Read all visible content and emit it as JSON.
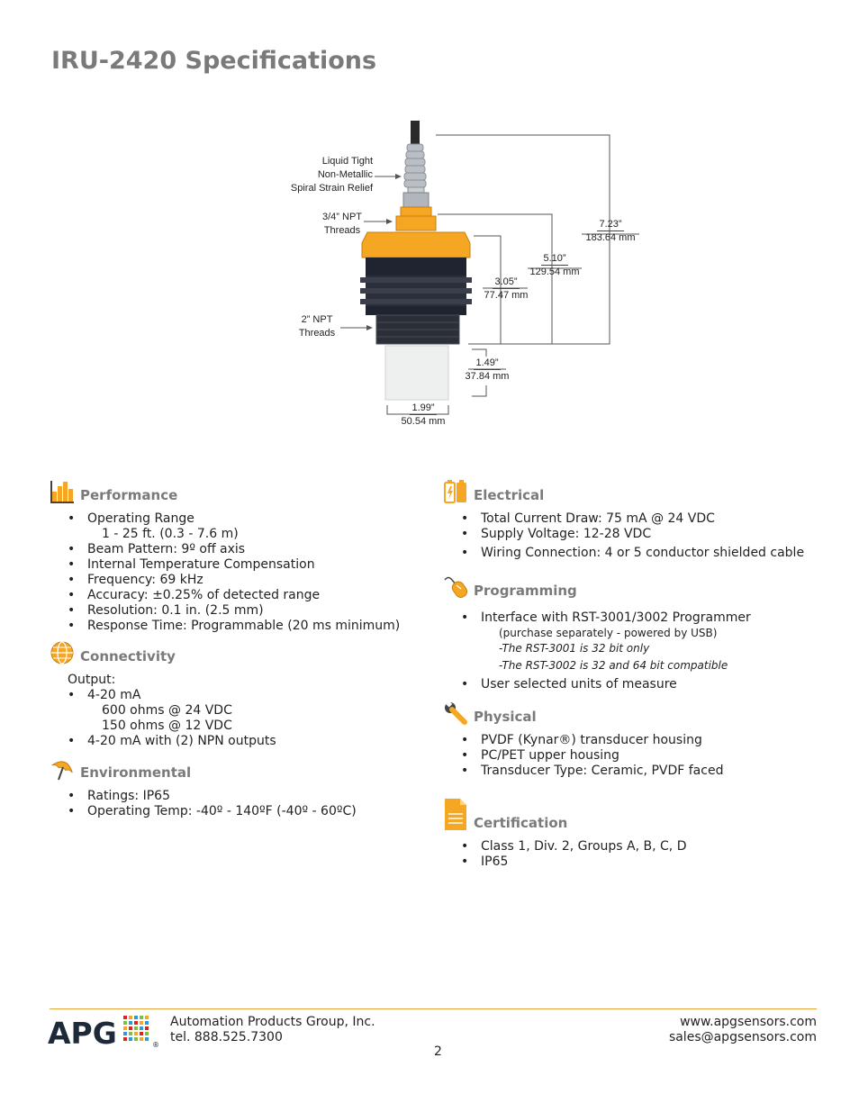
{
  "page": {
    "title": "IRU-2420 Specifications",
    "page_number": "2"
  },
  "diagram": {
    "labels": {
      "strain_relief": [
        "Liquid Tight",
        "Non-Metallic",
        "Spiral Strain Relief"
      ],
      "npt34": [
        "3/4” NPT",
        "Threads"
      ],
      "npt2": [
        "2” NPT",
        "Threads"
      ]
    },
    "dims": {
      "d723": {
        "in": "7.23”",
        "mm": "183.64 mm"
      },
      "d510": {
        "in": "5.10”",
        "mm": "129.54 mm"
      },
      "d305": {
        "in": "3.05”",
        "mm": "77.47 mm"
      },
      "d149": {
        "in": "1.49”",
        "mm": "37.84 mm"
      },
      "d199": {
        "in": "1.99”",
        "mm": "50.54 mm"
      }
    }
  },
  "performance": {
    "title": "Performance",
    "items": [
      "Operating Range",
      "Beam Pattern: 9º off axis",
      "Internal Temperature Compensation",
      "Frequency: 69 kHz",
      "Accuracy: ±0.25% of detected range",
      "Resolution: 0.1 in. (2.5 mm)",
      "Response Time: Programmable (20 ms minimum)"
    ],
    "range_sub": "1 - 25 ft. (0.3 - 7.6 m)"
  },
  "connectivity": {
    "title": "Connectivity",
    "output_label": "Output:",
    "item1": "4-20 mA",
    "sub1": "600 ohms @ 24 VDC",
    "sub2": "150 ohms @ 12 VDC",
    "item2": "4-20 mA with (2) NPN outputs"
  },
  "environmental": {
    "title": "Environmental",
    "items": [
      "Ratings: IP65",
      "Operating Temp: -40º - 140ºF (-40º - 60ºC)"
    ]
  },
  "electrical": {
    "title": "Electrical",
    "items": [
      "Total Current Draw: 75 mA @ 24 VDC",
      "Supply Voltage: 12-28 VDC",
      "Wiring Connection: 4 or 5 conductor shielded cable"
    ]
  },
  "programming": {
    "title": "Programming",
    "item1": "Interface with RST-3001/3002 Programmer",
    "note": "(purchase separately - powered by USB)",
    "ital1": "-The RST-3001 is 32 bit only",
    "ital2": "-The RST-3002 is 32 and 64 bit compatible",
    "item2": "User selected units of measure"
  },
  "physical": {
    "title": "Physical",
    "items": [
      "PVDF (Kynar®) transducer housing",
      "PC/PET upper housing",
      "Transducer Type: Ceramic, PVDF faced"
    ]
  },
  "certification": {
    "title": "Certification",
    "items": [
      "Class 1, Div. 2, Groups A, B, C, D",
      "IP65"
    ]
  },
  "footer": {
    "logo_text": "APG",
    "company": "Automation Products Group, Inc.",
    "tel": "tel. 888.525.7300",
    "web": "www.apgsensors.com",
    "email": "sales@apgsensors.com"
  },
  "colors": {
    "accent": "#f5a623",
    "heading": "#7a7a7a",
    "footer_rule": "#e6a23c"
  }
}
